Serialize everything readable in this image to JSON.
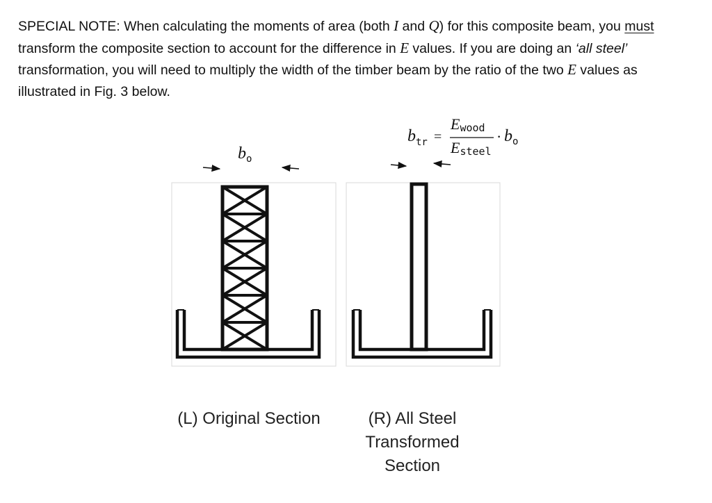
{
  "note": {
    "p1": "SPECIAL NOTE:  When calculating the moments of area (both ",
    "var_i": "I",
    "p2": " and ",
    "var_q": "Q",
    "p3": ") for this composite beam, you ",
    "must": "must",
    "p4": " transform the composite section to account for the difference in ",
    "var_e1": "E",
    "p5": " values.  If you are doing an ",
    "all_steel": "‘all steel’",
    "p6": " transformation, you will need to multiply the width of the timber beam by the ratio of the two ",
    "var_e2": "E",
    "p7": " values as illustrated in Fig. 3 below."
  },
  "left_label": {
    "b": "b",
    "sub": "o"
  },
  "right_label": {
    "b": "b",
    "b_sub": "tr",
    "equals": "=",
    "num": "E",
    "num_sub": "wood",
    "den": "E",
    "den_sub": "steel",
    "dot": "·",
    "bo": "b",
    "bo_sub": "o"
  },
  "captions": {
    "left": "(L) Original Section",
    "right_line1": "(R) All Steel",
    "right_line2": "Transformed",
    "right_line3": "Section"
  }
}
